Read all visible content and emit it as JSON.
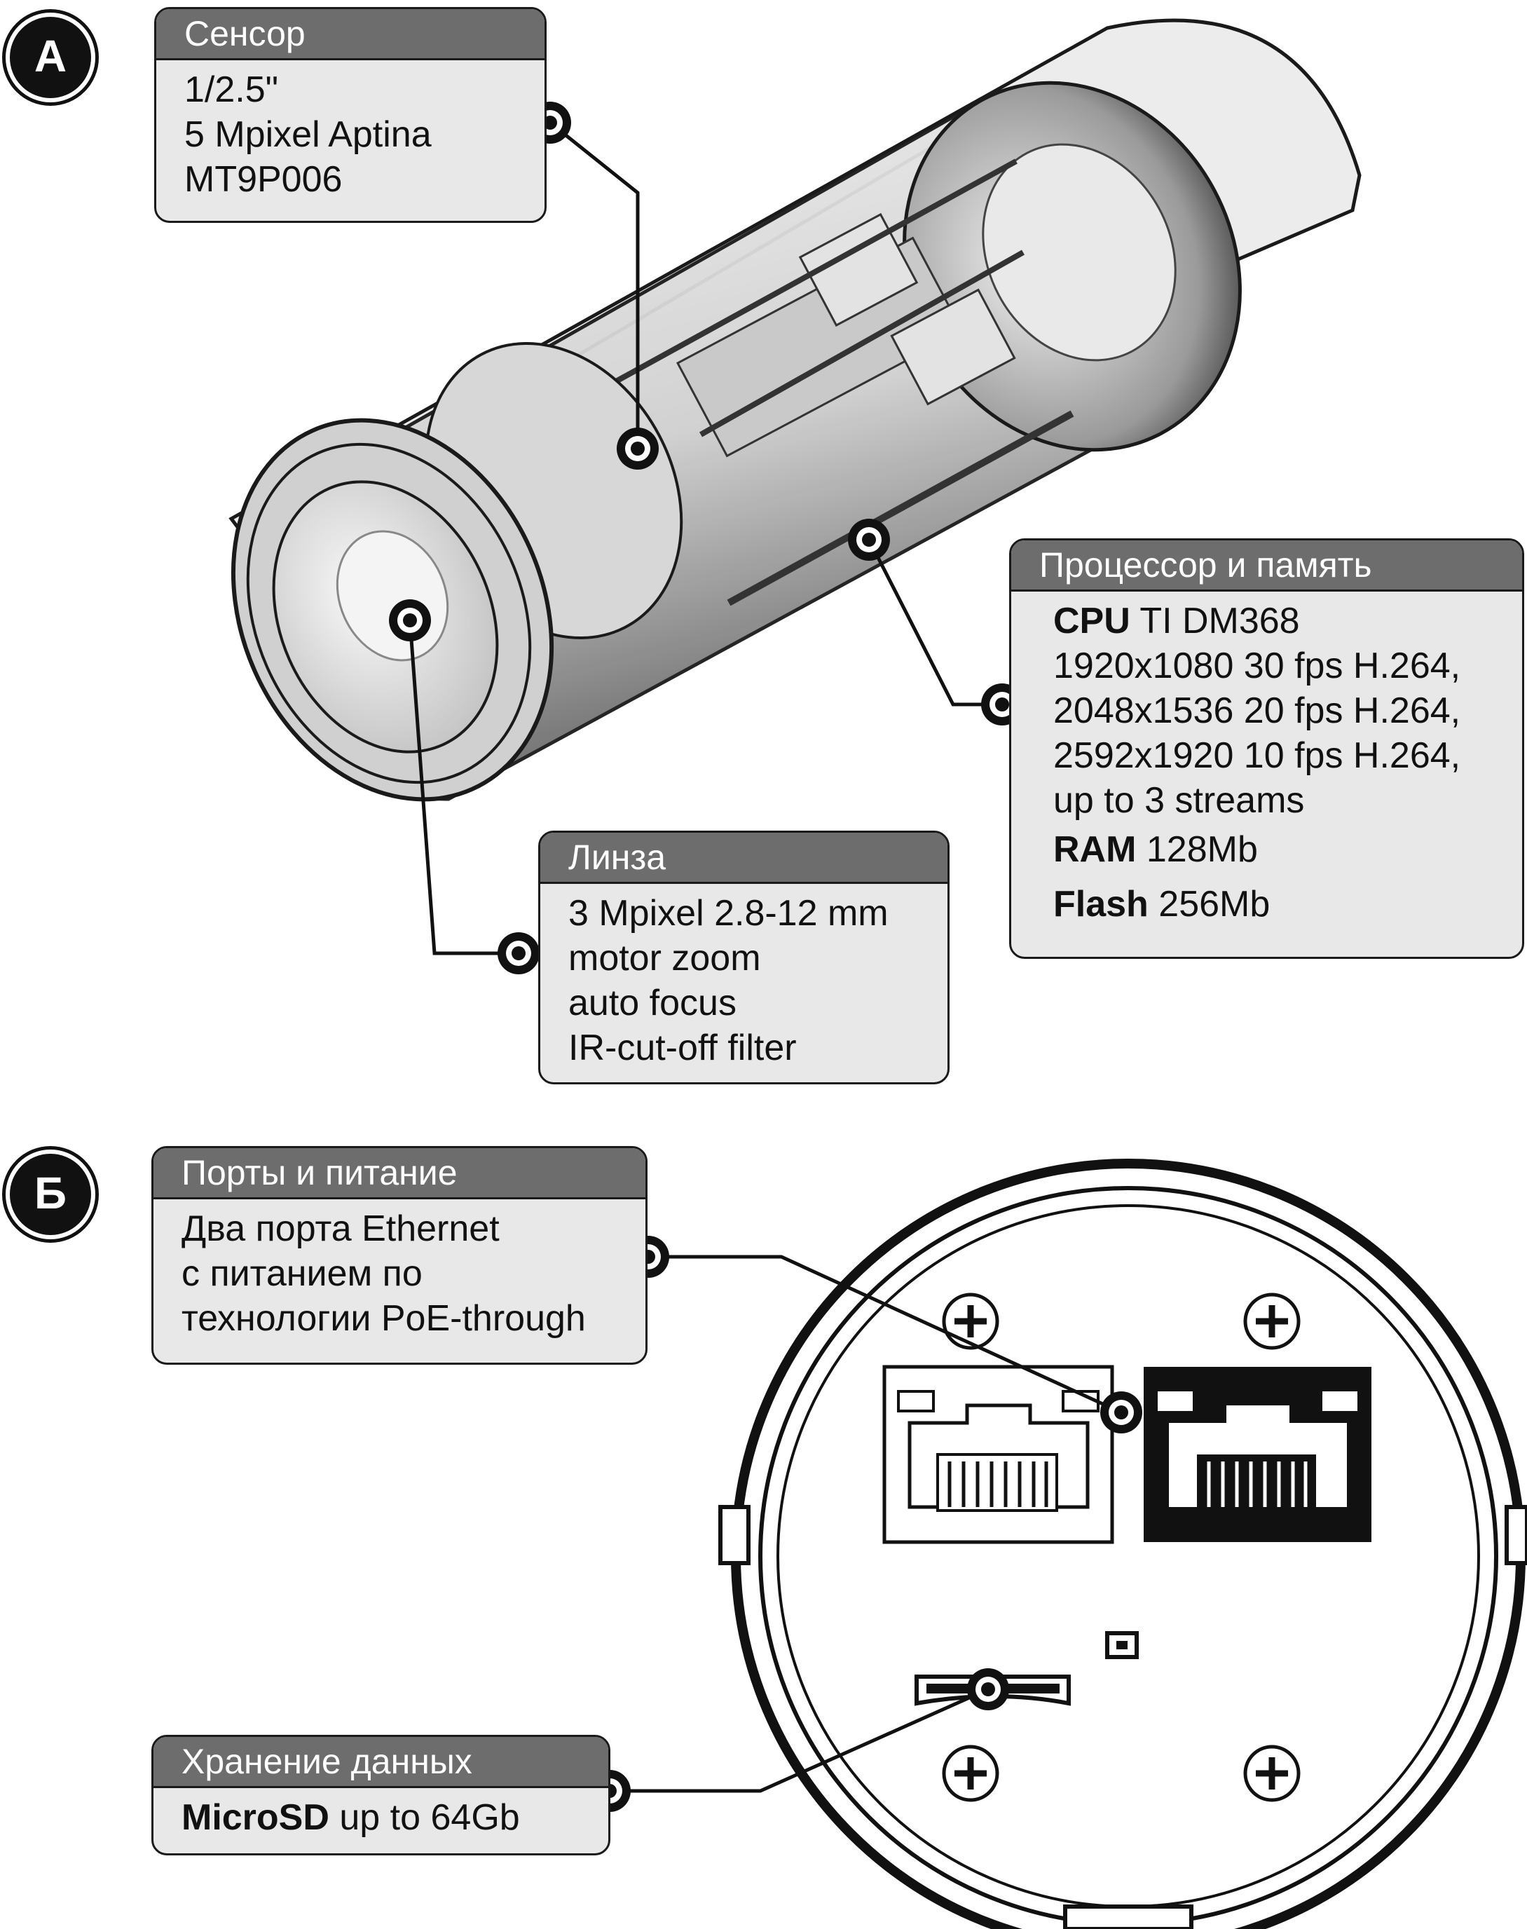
{
  "sections": {
    "a": {
      "badge": "А"
    },
    "b": {
      "badge": "Б"
    }
  },
  "callouts": {
    "sensor": {
      "title": "Сенсор",
      "lines": [
        "1/2.5\"",
        "5 Mpixel Aptina",
        "MT9P006"
      ]
    },
    "cpu": {
      "title": "Процессор и память",
      "cpu_label": "CPU",
      "cpu_value": "TI DM368",
      "modes": [
        "1920x1080 30 fps H.264,",
        "2048x1536 20 fps H.264,",
        "2592x1920 10 fps H.264,",
        "up to 3 streams"
      ],
      "ram_label": "RAM",
      "ram_value": "128Mb",
      "flash_label": "Flash",
      "flash_value": "256Mb"
    },
    "lens": {
      "title": "Линза",
      "lines": [
        "3 Mpixel 2.8-12 mm",
        "motor zoom",
        "auto focus",
        "IR-cut-off filter"
      ]
    },
    "ports": {
      "title": "Порты и питание",
      "lines": [
        "Два порта Ethernet",
        "с питанием по",
        "технологии PoE-through"
      ]
    },
    "storage": {
      "title": "Хранение данных",
      "label": "MicroSD",
      "value": "up to 64Gb"
    }
  },
  "colors": {
    "header_bg": "#6d6d6d",
    "box_bg": "#e8e8e8",
    "outline": "#1a1a1a"
  }
}
